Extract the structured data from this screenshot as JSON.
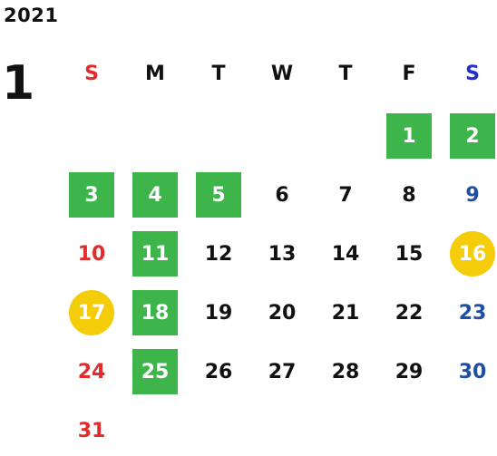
{
  "year": "2021",
  "month": "1",
  "weekdays": [
    "S",
    "M",
    "T",
    "W",
    "T",
    "F",
    "S"
  ],
  "weekday_colors": [
    "#e32b2b",
    "#111111",
    "#111111",
    "#111111",
    "#111111",
    "#111111",
    "#1f2fd0"
  ],
  "colors": {
    "sunday": "#e32b2b",
    "saturday": "#1f4fa0",
    "weekday": "#111111",
    "green_highlight": "#3eb54a",
    "yellow_highlight": "#f5cc0a",
    "on_highlight_text": "#ffffff"
  },
  "weeks": [
    [
      null,
      null,
      null,
      null,
      null,
      {
        "day": "1",
        "hl": "green"
      },
      {
        "day": "2",
        "hl": "green"
      }
    ],
    [
      {
        "day": "3",
        "hl": "green"
      },
      {
        "day": "4",
        "hl": "green"
      },
      {
        "day": "5",
        "hl": "green"
      },
      {
        "day": "6"
      },
      {
        "day": "7"
      },
      {
        "day": "8"
      },
      {
        "day": "9"
      }
    ],
    [
      {
        "day": "10"
      },
      {
        "day": "11",
        "hl": "green"
      },
      {
        "day": "12"
      },
      {
        "day": "13"
      },
      {
        "day": "14"
      },
      {
        "day": "15"
      },
      {
        "day": "16",
        "hl": "yellow"
      }
    ],
    [
      {
        "day": "17",
        "hl": "yellow"
      },
      {
        "day": "18",
        "hl": "green"
      },
      {
        "day": "19"
      },
      {
        "day": "20"
      },
      {
        "day": "21"
      },
      {
        "day": "22"
      },
      {
        "day": "23"
      }
    ],
    [
      {
        "day": "24"
      },
      {
        "day": "25",
        "hl": "green"
      },
      {
        "day": "26"
      },
      {
        "day": "27"
      },
      {
        "day": "28"
      },
      {
        "day": "29"
      },
      {
        "day": "30"
      }
    ],
    [
      {
        "day": "31"
      },
      null,
      null,
      null,
      null,
      null,
      null
    ]
  ]
}
